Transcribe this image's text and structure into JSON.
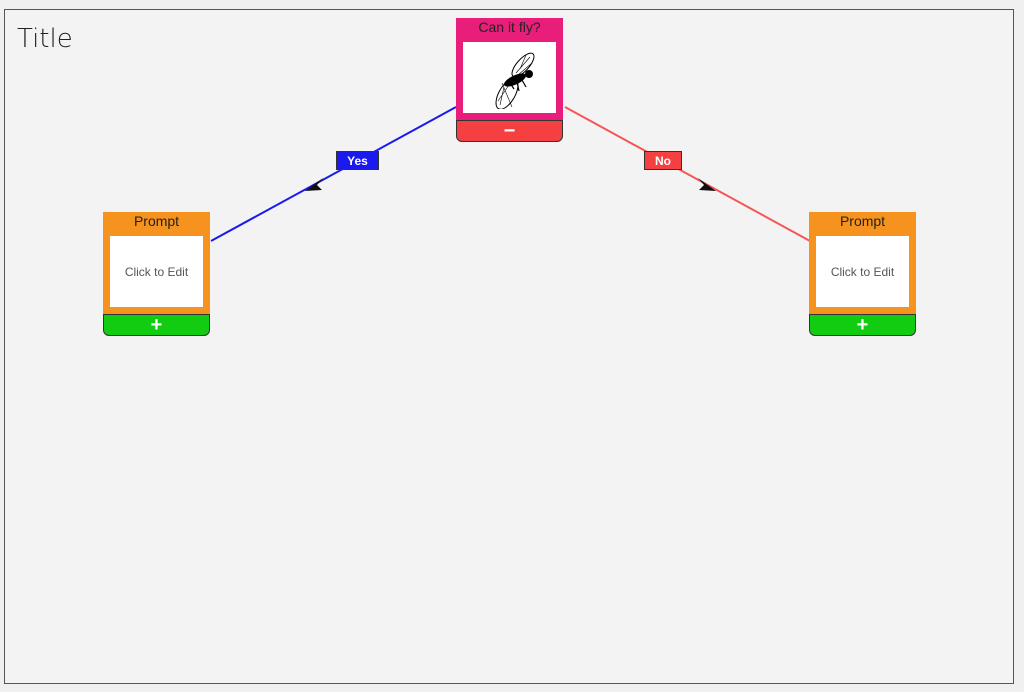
{
  "title": "Title",
  "colors": {
    "canvas_bg": "#f3f3f3",
    "root_header": "#e91e7a",
    "prompt_header": "#f5931e",
    "remove_button": "#f44040",
    "add_button": "#11cc11",
    "yes_edge": "#1a1aee",
    "no_edge": "#f55555"
  },
  "root": {
    "title": "Can it fly?",
    "image_icon": "fly-icon",
    "footer_symbol": "−"
  },
  "yes_label": "Yes",
  "no_label": "No",
  "left_prompt": {
    "title": "Prompt",
    "body": "Click to Edit",
    "footer_symbol": "+"
  },
  "right_prompt": {
    "title": "Prompt",
    "body": "Click to Edit",
    "footer_symbol": "+"
  }
}
